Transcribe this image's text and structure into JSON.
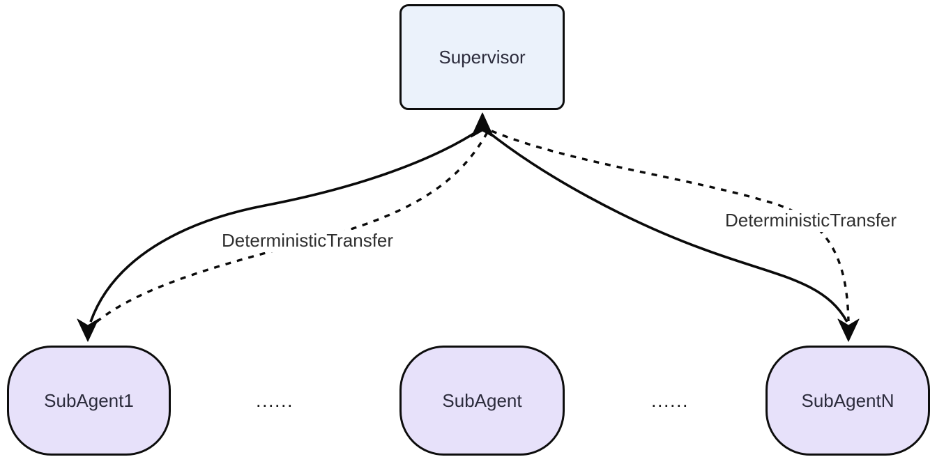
{
  "diagram": {
    "supervisor": {
      "label": "Supervisor"
    },
    "subagents": [
      {
        "label": "SubAgent1"
      },
      {
        "label": "SubAgent"
      },
      {
        "label": "SubAgentN"
      }
    ],
    "ellipsis_left": "......",
    "ellipsis_right": "......",
    "edge_labels": [
      {
        "text": "DeterministicTransfer"
      },
      {
        "text": "DeterministicTransfer"
      }
    ],
    "edges": [
      {
        "from": "SubAgent1",
        "to": "Supervisor",
        "style": "solid"
      },
      {
        "from": "Supervisor",
        "to": "SubAgent1",
        "style": "dashed",
        "label": "DeterministicTransfer"
      },
      {
        "from": "SubAgentN",
        "to": "Supervisor",
        "style": "solid"
      },
      {
        "from": "Supervisor",
        "to": "SubAgentN",
        "style": "dashed",
        "label": "DeterministicTransfer"
      }
    ],
    "colors": {
      "canvas_bg": "#ffffff",
      "supervisor_fill": "#ebf2fb",
      "subagent_fill": "#e7e1fa",
      "node_border": "#0d0d0d",
      "edge_color": "#0a0a0a",
      "node_text_color": "#2b2b3b",
      "edge_label_color": "#2f2f2f",
      "ellipsis_color": "#1c1c1c"
    }
  }
}
